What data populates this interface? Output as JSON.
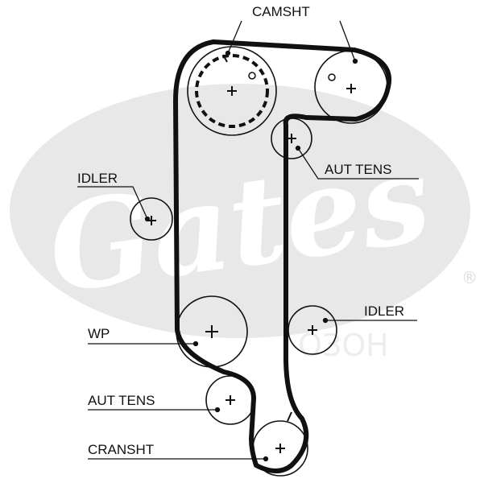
{
  "watermark": {
    "brand": "Gates",
    "registered_mark": "®",
    "secondary_text": "ОЗОН"
  },
  "labels": {
    "camshaft": "CAMSHT",
    "idler_left": "IDLER",
    "aut_tens_top": "AUT TENS",
    "idler_right": "IDLER",
    "water_pump": "WP",
    "aut_tens_bottom": "AUT TENS",
    "crankshaft": "CRANSHT"
  },
  "colors": {
    "belt": "#111111",
    "watermark": "#e6e6e6",
    "text": "#111111"
  }
}
